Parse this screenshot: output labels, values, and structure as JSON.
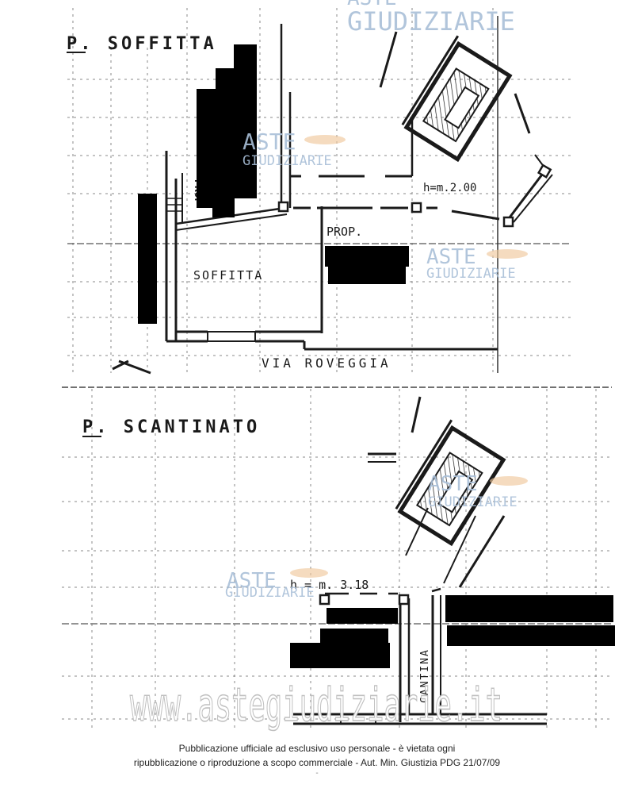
{
  "plan_top": {
    "title": "P. SOFFITTA",
    "height_label": "h=m.2.00",
    "side_label": "PROP",
    "prop_label": "PROP.",
    "room_label": "SOFFITTA",
    "street_label": "VIA ROVEGGIA"
  },
  "plan_bottom": {
    "title": "P. SCANTINATO",
    "height_label": "h = m. 3.18",
    "room_label": "CANTINA"
  },
  "watermarks": {
    "brand_line1": "ASTE",
    "brand_line2": "GIUDIZIARIE",
    "website": "www.astegiudiziarie.it"
  },
  "footer": {
    "line1": "Pubblicazione ufficiale ad esclusivo uso personale - è vietata ogni",
    "line2": "ripubblicazione o riproduzione a scopo commerciale - Aut. Min. Giustizia PDG 21/07/09",
    "mark": "-"
  },
  "colors": {
    "ink": "#1a1a1a",
    "grid": "#8a8a8a",
    "redaction": "#000000",
    "watermark_blue": "#a9bfd8",
    "watermark_orange": "#f0c89a",
    "site_watermark": "#cfcfcf"
  }
}
